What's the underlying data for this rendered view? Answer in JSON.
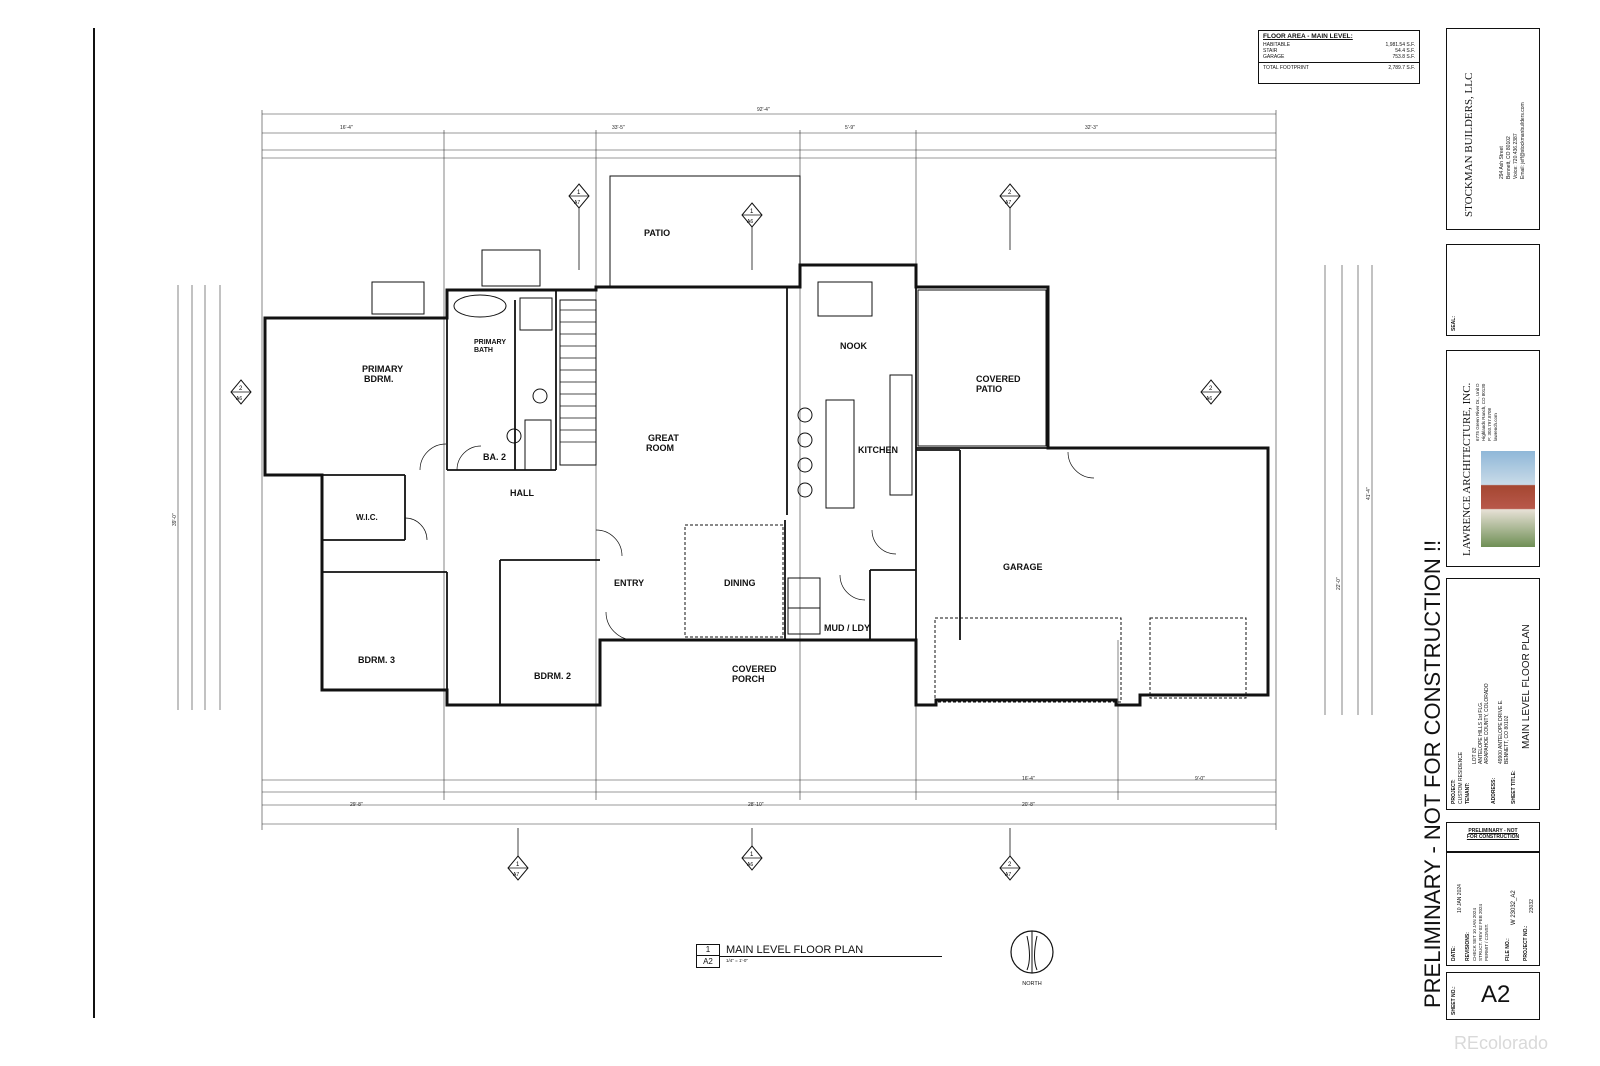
{
  "area_table": {
    "title": "FLOOR AREA - MAIN LEVEL:",
    "rows": [
      {
        "label": "HABITABLE",
        "value": "1,981.54 S.F."
      },
      {
        "label": "STAIR",
        "value": "54.4 S.F."
      },
      {
        "label": "GARAGE",
        "value": "753.8 S.F."
      }
    ],
    "total_label": "TOTAL FOOTPRINT",
    "total_value": "2,789.7 S.F."
  },
  "builder": {
    "name": "STOCKMAN BUILDERS, LLC",
    "lines": [
      "294 Ash Street",
      "Bennett, CO 80102",
      "Voice: 720.436.2387",
      "Email: jeff@stockmanbuilders.com"
    ]
  },
  "seal_label": "SEAL:",
  "architect": {
    "name": "LAWRENCE ARCHITECTURE, INC.",
    "lines": [
      "6775 Green River Dr., Unit D",
      "Highlands Ranch, CO 80130",
      "P: 303.797.8708",
      "lawrench.com"
    ]
  },
  "project": {
    "project_label": "PROJECT:",
    "project_value": "CUSTOM RESIDENCE",
    "tenant_label": "TENANT:",
    "lot_lines": [
      "LOT 82",
      "ANTELOPE HILLS 1st FLG.",
      "ARAPAHOE COUNTY, COLORADO"
    ],
    "address_label": "ADDRESS:",
    "address_lines": [
      "49900 ANTELOPE DRIVE E.",
      "BENNETT, CO 80102"
    ],
    "sheet_title_label": "SHEET TITLE:",
    "sheet_title": "MAIN LEVEL FLOOR PLAN"
  },
  "stamp": {
    "line1": "PRELIMINARY - NOT",
    "line2": "FOR CONSTRUCTION"
  },
  "revisions": {
    "date_label": "DATE:",
    "date_value": "10 JAN 2024",
    "revisions_label": "REVISIONS:",
    "revision_lines": [
      "CHECK SET 10 JAN 2024",
      "STRUCT. REV 02 FEB 2024",
      "PERMIT / CONST."
    ],
    "file_label": "FILE NO.:",
    "file_value": "W 23032_A2",
    "project_no_label": "PROJECT NO.:",
    "project_no_value": "23032"
  },
  "big_stamp": "PRELIMINARY - NOT FOR CONSTRUCTION !!",
  "sheet_no_label": "SHEET NO.:",
  "sheet_no": "A2",
  "plan_title": {
    "number": "1",
    "sheet": "A2",
    "title": "MAIN LEVEL FLOOR PLAN",
    "scale": "1/4\" = 1'-0\""
  },
  "north_label": "NORTH",
  "watermark": "REcolorado",
  "rooms": {
    "patio": "PATIO",
    "primary_bdrm_1": "PRIMARY",
    "primary_bdrm_2": "BDRM.",
    "primary_bath_1": "PRIMARY",
    "primary_bath_2": "BATH",
    "nook": "NOOK",
    "covered_patio_1": "COVERED",
    "covered_patio_2": "PATIO",
    "great_room_1": "GREAT",
    "great_room_2": "ROOM",
    "kitchen": "KITCHEN",
    "ba2": "BA. 2",
    "hall": "HALL",
    "wic": "W.I.C.",
    "garage": "GARAGE",
    "entry": "ENTRY",
    "dining": "DINING",
    "mud_ldy": "MUD / LDY",
    "bdrm3": "BDRM. 3",
    "bdrm2": "BDRM. 2",
    "covered_porch_1": "COVERED",
    "covered_porch_2": "PORCH"
  },
  "dimensions": {
    "overall_width": "92'-4\"",
    "top_left": "16'-4\"",
    "top_mid": "33'-5\"",
    "top_center": "5'-9\"",
    "top_right": "32'-3\"",
    "bottom_left": "29'-8\"",
    "bottom_mid": "28'-10\"",
    "bottom_right": "20'-8\"",
    "left_depth": "39'-0\"",
    "right_depth": "41'-4\"",
    "garage_depth": "22'-0\"",
    "garage_door_1": "16'-4\"",
    "garage_door_2": "9'-0\""
  },
  "section_marks": [
    {
      "num": "1",
      "sheet": "A7"
    },
    {
      "num": "1",
      "sheet": "A6"
    },
    {
      "num": "2",
      "sheet": "A7"
    },
    {
      "num": "2",
      "sheet": "A6"
    }
  ]
}
